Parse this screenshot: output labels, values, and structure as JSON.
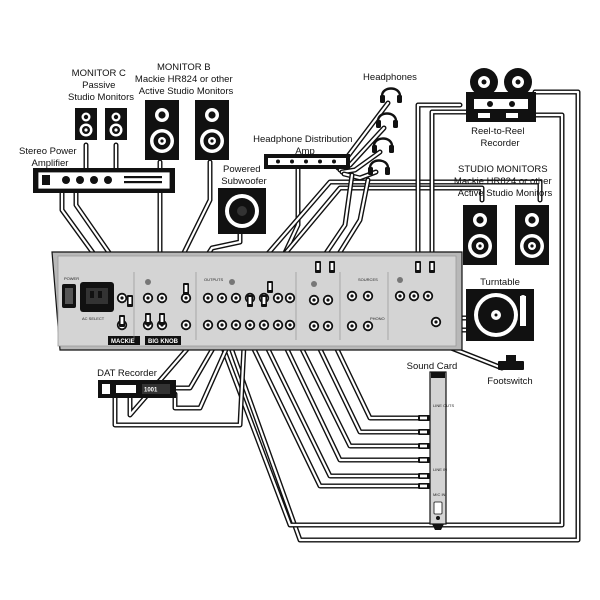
{
  "labels": {
    "monitor_c": [
      "MONITOR C",
      "Passive",
      "Studio Monitors"
    ],
    "monitor_b": [
      "MONITOR B",
      "Mackie HR824 or other",
      "Active Studio Monitors"
    ],
    "headphones": [
      "Headphones"
    ],
    "reel_to_reel": [
      "Reel-to-Reel",
      "Recorder"
    ],
    "headphone_amp": [
      "Headphone Distribution",
      "Amp"
    ],
    "stereo_amp": [
      "Stereo Power",
      "Amplifier"
    ],
    "subwoofer": [
      "Powered",
      "Subwoofer"
    ],
    "studio_monitors": [
      "STUDIO MONITORS",
      "Mackie HR824 or other",
      "Active Studio Monitors"
    ],
    "turntable": [
      "Turntable"
    ],
    "dat_recorder": [
      "DAT Recorder"
    ],
    "sound_card": [
      "Sound Card"
    ],
    "footswitch": [
      "Footswitch"
    ]
  },
  "device_text": {
    "mixer_brand": "MACKIE",
    "mixer_model": "BIG KNOB",
    "dat_brand": "1001",
    "card_line_outs": "LINE OUTS",
    "card_line_in": "LINE IN",
    "card_mic_in": "MIC IN",
    "panel_power": "POWER",
    "panel_sources": "SOURCES",
    "panel_outputs": "OUTPUTS",
    "panel_phono": "PHONO",
    "panel_ac_select": "AC SELECT"
  },
  "colors": {
    "ink": "#111111",
    "panel": "#d4d4d4",
    "panel_edge": "#9a9a9a",
    "background": "#ffffff"
  },
  "icons": [
    "speaker-icon",
    "headphones-icon",
    "reel-to-reel-icon",
    "turntable-icon",
    "footswitch-icon",
    "jack-icon"
  ]
}
